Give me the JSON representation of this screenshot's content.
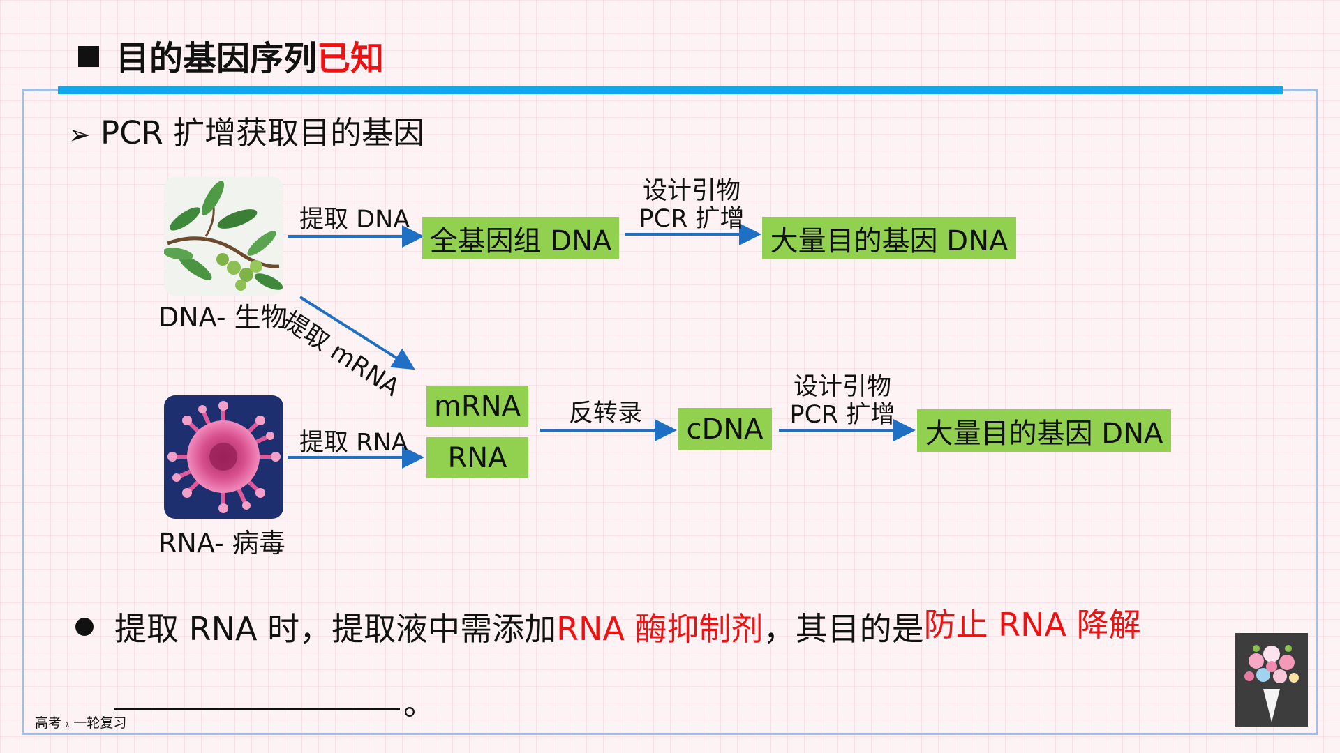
{
  "header": {
    "title_main": "目的基因序列",
    "title_highlight": "已知",
    "subtitle": "PCR 扩增获取目的基因"
  },
  "diagram": {
    "dna_organism": {
      "caption": "DNA- 生物",
      "icon": "plant-branch-icon"
    },
    "rna_virus": {
      "caption": "RNA- 病毒",
      "icon": "virus-icon"
    },
    "step_labels": {
      "extract_dna": "提取 DNA",
      "extract_mrna": "提取 mRNA",
      "extract_rna": "提取 RNA",
      "reverse_transcription": "反转录",
      "primer_design": "设计引物",
      "pcr_amplify": "PCR 扩增"
    },
    "boxes": {
      "whole_genome_dna": "全基因组 DNA",
      "target_gene_dna": "大量目的基因 DNA",
      "mrna": "mRNA",
      "rna": "RNA",
      "cdna": "cDNA"
    },
    "colors": {
      "box_fill": "#92d050",
      "arrow": "#1f6fc4",
      "highlight_red": "#ee1111",
      "header_rule": "#11a7ee"
    }
  },
  "question": {
    "prefix": "提取 RNA 时，提取液中需添加",
    "red1": "RNA 酶抑制剂",
    "middle": "，其目的是",
    "answer": "防止 RNA 降解",
    "ending": "。"
  },
  "footer": {
    "left_a": "高考",
    "left_tiny": "λ",
    "left_b": "一轮复习",
    "decoration_icon": "flower-bouquet-icon"
  }
}
